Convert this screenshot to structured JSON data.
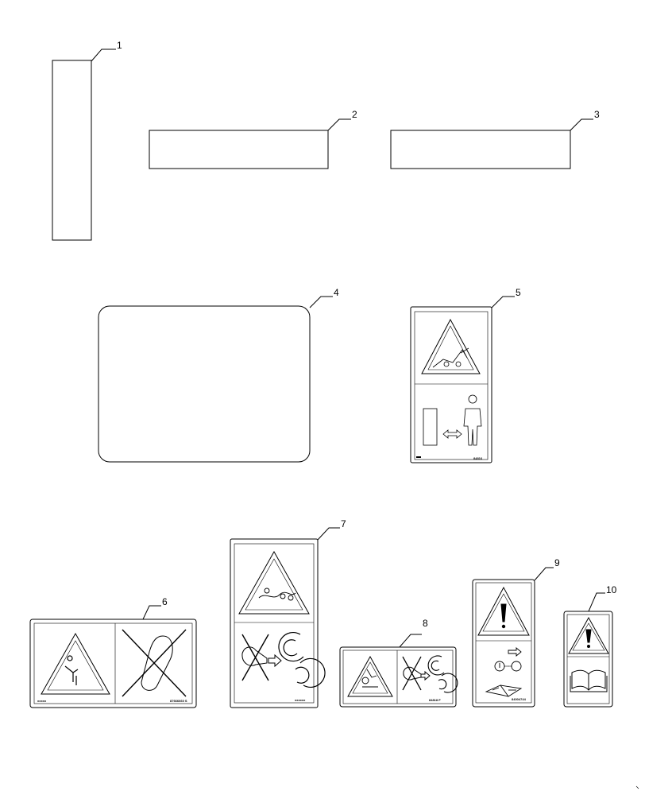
{
  "callouts": [
    "1",
    "2",
    "3",
    "4",
    "5",
    "6",
    "7",
    "8",
    "9",
    "10"
  ],
  "part_codes": {
    "decal_5": "84816",
    "decal_6_left": "xxxxx",
    "decal_6_right": "87666660 S",
    "decal_7": "xxxxxx",
    "decal_8": "84818 F",
    "decal_9": "84004744"
  },
  "icons": {
    "decal_5": [
      "warning-triangle-icon",
      "machine-hazard-icon",
      "door-icon",
      "double-arrow-icon",
      "person-icon"
    ],
    "decal_6": [
      "warning-triangle-icon",
      "falling-person-icon",
      "no-step-icon"
    ],
    "decal_7": [
      "warning-triangle-icon",
      "entanglement-icon",
      "crossed-hand-icon",
      "rotating-part-icon"
    ],
    "decal_8": [
      "warning-triangle-icon",
      "entanglement-icon",
      "crossed-hand-icon",
      "rotating-part-icon"
    ],
    "decal_9": [
      "warning-triangle-icon",
      "exclamation-icon",
      "remove-key-icon",
      "read-manual-icon"
    ],
    "decal_10": [
      "warning-triangle-icon",
      "exclamation-icon",
      "open-book-icon"
    ]
  },
  "colors": {
    "line": "#000000",
    "background": "#ffffff"
  }
}
